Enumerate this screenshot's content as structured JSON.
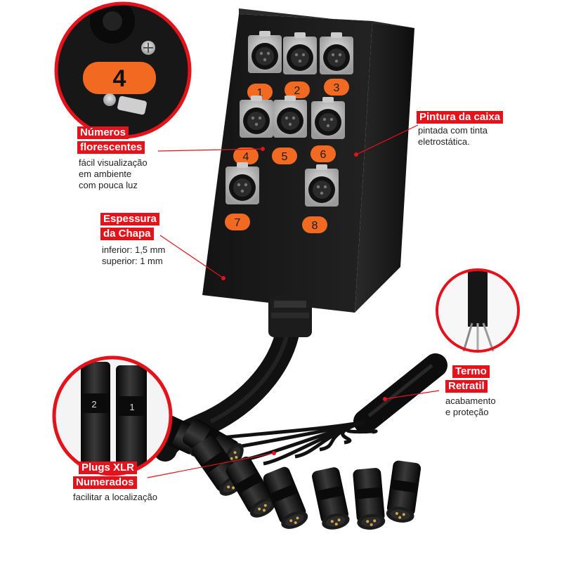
{
  "callouts": {
    "numeros": {
      "tag_line1": "Números",
      "tag_line2": "florescentes",
      "desc_lines": [
        "fácil visualização",
        "em ambiente",
        "com pouca luz"
      ]
    },
    "pintura": {
      "tag": "Pintura da caixa",
      "desc_lines": [
        "pintada com tinta",
        "eletrostática."
      ]
    },
    "espessura": {
      "tag_line1": "Espessura",
      "tag_line2": "da Chapa",
      "desc_lines": [
        "inferior: 1,5 mm",
        "superior: 1 mm"
      ]
    },
    "termo": {
      "tag_line1": "Termo",
      "tag_line2": "Retratil",
      "desc_lines": [
        "acabamento",
        "e proteção"
      ]
    },
    "plugs": {
      "tag_line1": "Plugs XLR",
      "tag_line2": "Numerados",
      "desc_lines": [
        "facilitar a localização"
      ]
    }
  },
  "panel_numbers": [
    "1",
    "2",
    "3",
    "4",
    "5",
    "6",
    "7",
    "8"
  ],
  "zoom_number": "4",
  "plug_zoom_numbers": [
    "2",
    "1"
  ],
  "colors": {
    "accent": "#e3121b",
    "label_orange": "#f26a21",
    "box": "#1b1b1b"
  }
}
